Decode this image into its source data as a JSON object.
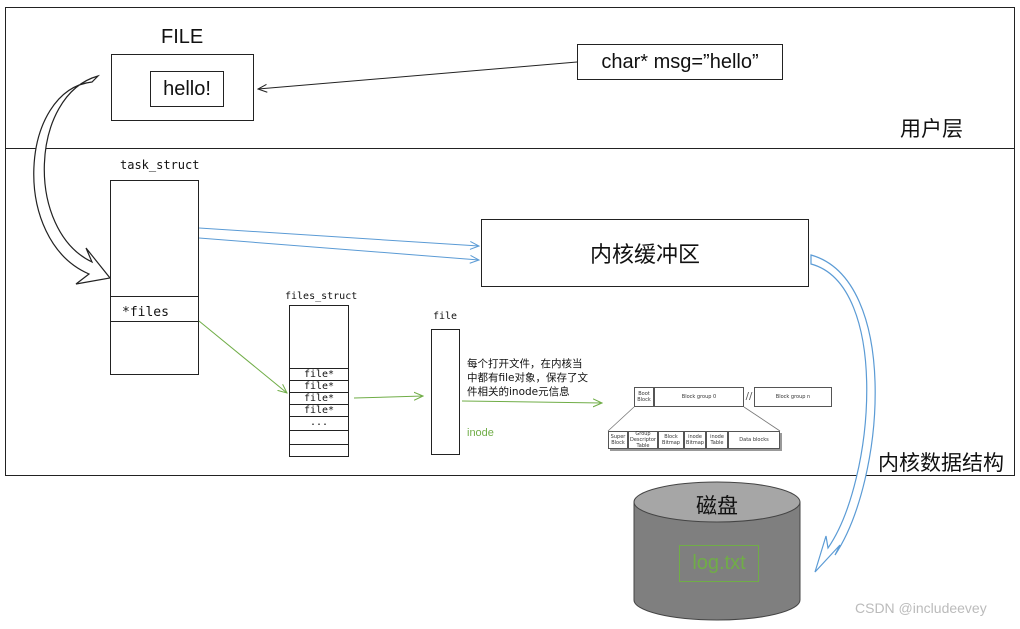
{
  "user_layer": {
    "title": "用户层",
    "file_label": "FILE",
    "file_content": "hello!",
    "msg_code": "char* msg=”hello”"
  },
  "kernel_layer": {
    "title": "内核数据结构",
    "task_struct_label": "task_struct",
    "files_field": "*files",
    "kernel_buffer": "内核缓冲区",
    "files_struct_label": "files_struct",
    "files_struct_rows": [
      "file*",
      "file*",
      "file*",
      "file*",
      "..."
    ],
    "file_label": "file",
    "file_note": "每个打开文件，在内核当中都有file对象，保存了文件相关的inode元信息",
    "inode_label": "inode",
    "ext2": {
      "boot_block": "Boot Block",
      "block_group_0": "Block group 0",
      "block_group_n": "Block group n",
      "parts": [
        "Super Block",
        "Group Descriptor Table",
        "Block Bitmap",
        "inode Bitmap",
        "inode Table",
        "Data blocks"
      ]
    }
  },
  "disk": {
    "title": "磁盘",
    "file": "log.txt"
  },
  "watermark": "CSDN @includeevey",
  "colors": {
    "blue_arrow": "#5b9bd5",
    "green_arrow": "#70ad47",
    "disk_gray": "#7f7f7f",
    "disk_top": "#a6a6a6"
  }
}
